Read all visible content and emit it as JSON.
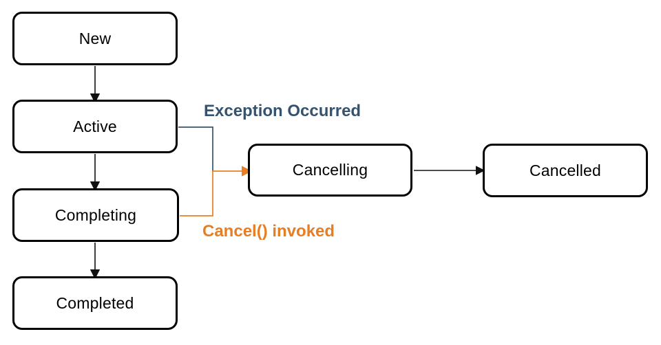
{
  "diagram": {
    "type": "state-diagram",
    "nodes": [
      {
        "id": "new",
        "label": "New"
      },
      {
        "id": "active",
        "label": "Active"
      },
      {
        "id": "completing",
        "label": "Completing"
      },
      {
        "id": "completed",
        "label": "Completed"
      },
      {
        "id": "cancelling",
        "label": "Cancelling"
      },
      {
        "id": "cancelled",
        "label": "Cancelled"
      }
    ],
    "edges": [
      {
        "from": "new",
        "to": "active",
        "color": "#000000"
      },
      {
        "from": "active",
        "to": "completing",
        "color": "#000000"
      },
      {
        "from": "completing",
        "to": "completed",
        "color": "#000000"
      },
      {
        "from": "active",
        "to": "cancelling",
        "color": "#35536F",
        "label": "Exception Occurred"
      },
      {
        "from": "completing",
        "to": "cancelling",
        "color": "#E87E24",
        "label": "Cancel() invoked"
      },
      {
        "from": "cancelling",
        "to": "cancelled",
        "color": "#000000"
      }
    ],
    "edge_labels": {
      "exception": "Exception Occurred",
      "cancel": "Cancel() invoked"
    },
    "colors": {
      "node_border": "#000000",
      "node_fill": "#ffffff",
      "node_text": "#000000",
      "exception_navy": "#35536F",
      "cancel_orange": "#E87E24",
      "arrow_black": "#111111",
      "background": "#ffffff"
    }
  }
}
